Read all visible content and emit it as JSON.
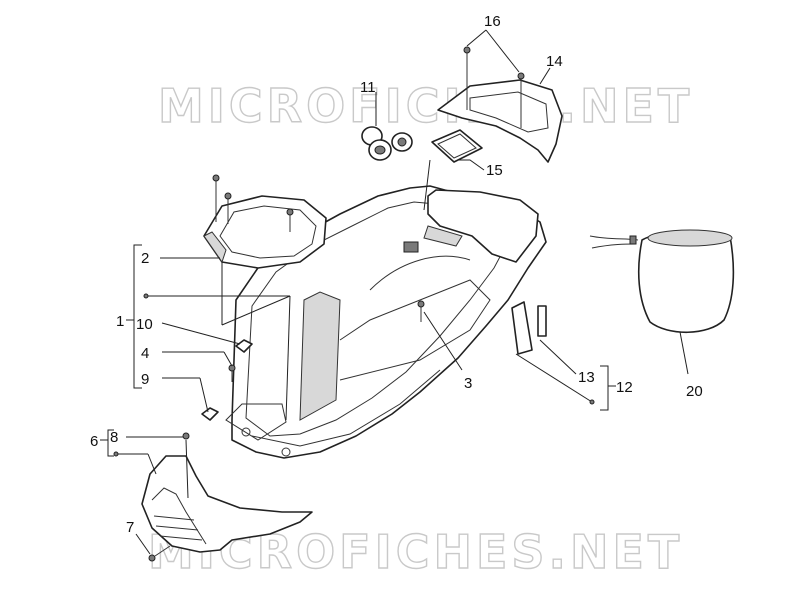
{
  "watermark": {
    "top": "MICROFICHES.NET",
    "bottom": "MICROFICHES.NET"
  },
  "callouts": {
    "c1": "1",
    "c2": "2",
    "c3": "3",
    "c4": "4",
    "c6": "6",
    "c7": "7",
    "c8": "8",
    "c9": "9",
    "c10": "10",
    "c11": "11",
    "c12": "12",
    "c13": "13",
    "c14": "14",
    "c15": "15",
    "c16": "16",
    "c20": "20"
  }
}
